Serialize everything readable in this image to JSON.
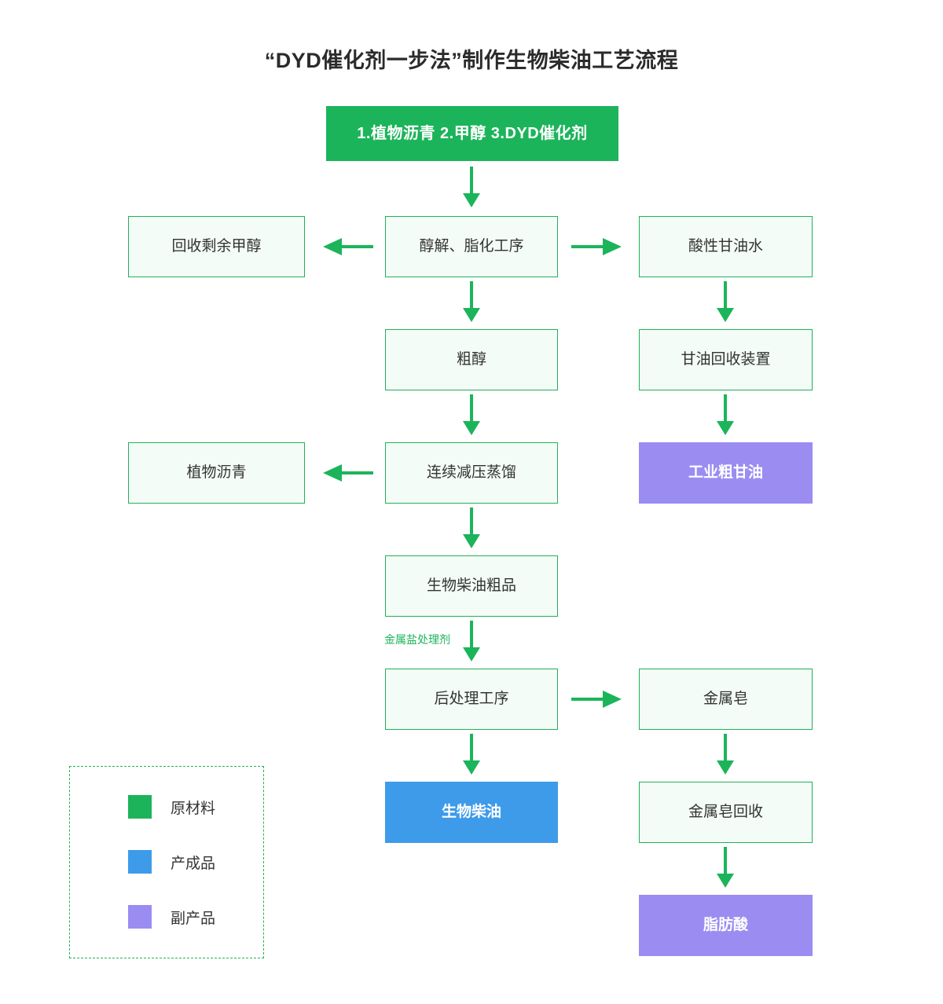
{
  "title": "“DYD催化剂一步法”制作生物柴油工艺流程",
  "colors": {
    "raw_material": "#1CB45A",
    "product": "#3D9BE9",
    "byproduct": "#9B8CF2",
    "box_border": "#22B05A",
    "box_fill": "#F3FCF6",
    "arrow": "#1CB45A",
    "text": "#333333",
    "background": "#FFFFFF"
  },
  "nodes": {
    "feedstock": "1.植物沥青    2.甲醇    3.DYD催化剂",
    "recovered_methanol": "回收剩余甲醇",
    "alcoholysis": "醇解、脂化工序",
    "acid_glycerol_water": "酸性甘油水",
    "crude_methanol": "粗醇",
    "glycerol_recovery_unit": "甘油回收装置",
    "vegetable_asphalt": "植物沥青",
    "continuous_vacuum_distillation": "连续减压蒸馏",
    "industrial_crude_glycerol": "工业粗甘油",
    "crude_biodiesel": "生物柴油粗品",
    "post_treatment": "后处理工序",
    "metal_soap": "金属皂",
    "biodiesel": "生物柴油",
    "metal_soap_recovery": "金属皂回收",
    "fatty_acid": "脂肪酸"
  },
  "edge_labels": {
    "metal_salt_agent": "金属盐处理剂"
  },
  "legend": {
    "items": [
      {
        "label": "原材料",
        "color": "#1CB45A"
      },
      {
        "label": "产成品",
        "color": "#3D9BE9"
      },
      {
        "label": "副产品",
        "color": "#9B8CF2"
      }
    ]
  }
}
